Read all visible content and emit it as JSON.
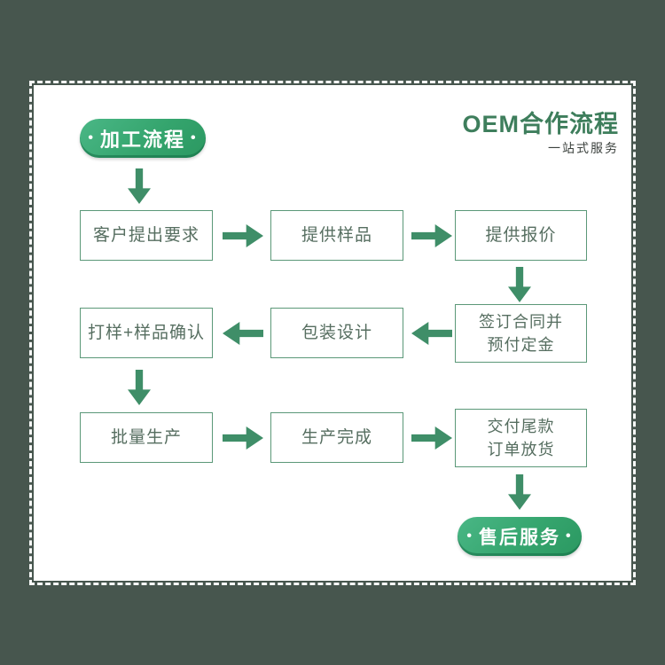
{
  "page": {
    "background_color": "#47564e",
    "card_color": "#ffffff",
    "accent_green": "#3f8e68",
    "box_border_green": "#5b9878",
    "title_green": "#3e7e5c",
    "badge_gradient": [
      "#4ab786",
      "#2b9861"
    ]
  },
  "header": {
    "title": "OEM合作流程",
    "subtitle": "一站式服务"
  },
  "start_badge": {
    "dot_left": "•",
    "label": "加工流程",
    "dot_right": "•"
  },
  "end_badge": {
    "dot_left": "•",
    "label": "售后服务",
    "dot_right": "•"
  },
  "boxes": {
    "r1c1": "客户提出要求",
    "r1c2": "提供样品",
    "r1c3": "提供报价",
    "r2c1": "打样+样品确认",
    "r2c2": "包装设计",
    "r2c3_line1": "签订合同并",
    "r2c3_line2": "预付定金",
    "r3c1": "批量生产",
    "r3c2": "生产完成",
    "r3c3_line1": "交付尾款",
    "r3c3_line2": "订单放货"
  },
  "flow": {
    "row1_direction": "right",
    "row2_direction": "left",
    "row3_direction": "right",
    "sequence": [
      "加工流程",
      "客户提出要求",
      "提供样品",
      "提供报价",
      "签订合同并预付定金",
      "包装设计",
      "打样+样品确认",
      "批量生产",
      "生产完成",
      "交付尾款订单放货",
      "售后服务"
    ]
  }
}
